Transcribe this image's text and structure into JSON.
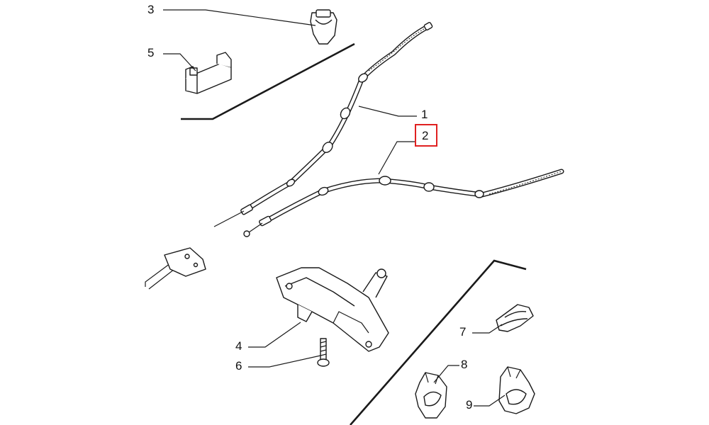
{
  "callouts": {
    "c1": "1",
    "c2": "2",
    "c3": "3",
    "c4": "4",
    "c5": "5",
    "c6": "6",
    "c7": "7",
    "c8": "8",
    "c9": "9"
  },
  "highlight": {
    "label": "2",
    "color": "#e02020"
  }
}
